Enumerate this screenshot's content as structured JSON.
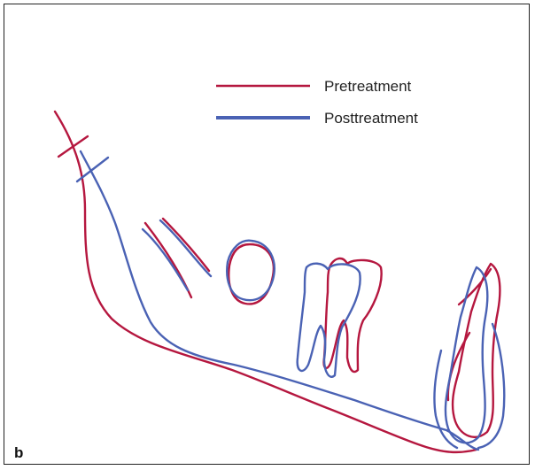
{
  "figure": {
    "panel_label": "b",
    "legend": {
      "items": [
        {
          "label": "Pretreatment",
          "color": "#b5173f"
        },
        {
          "label": "Posttreatment",
          "color": "#4a62b4"
        }
      ]
    }
  }
}
